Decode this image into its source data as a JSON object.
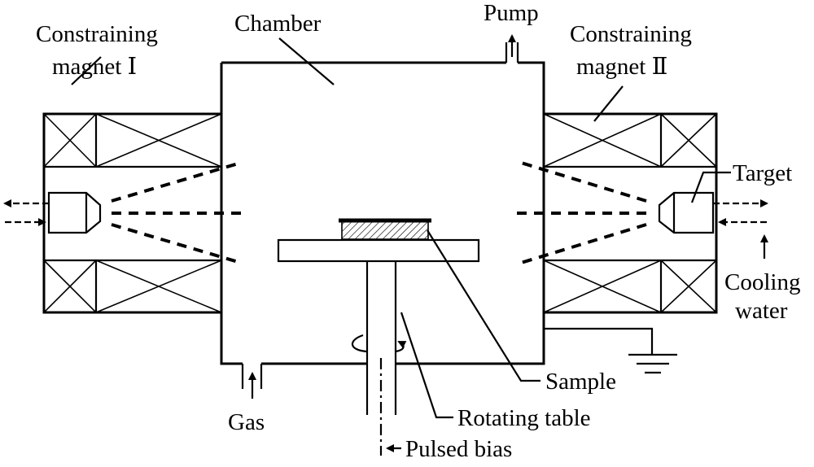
{
  "labels": {
    "magnet_left_line1": "Constraining",
    "magnet_left_line2": "magnet Ⅰ",
    "chamber": "Chamber",
    "pump": "Pump",
    "magnet_right_line1": "Constraining",
    "magnet_right_line2": "magnet Ⅱ",
    "target": "Target",
    "cooling_line1": "Cooling",
    "cooling_line2": "water",
    "sample": "Sample",
    "rotating_table": "Rotating table",
    "gas": "Gas",
    "pulsed_bias": "Pulsed bias"
  }
}
